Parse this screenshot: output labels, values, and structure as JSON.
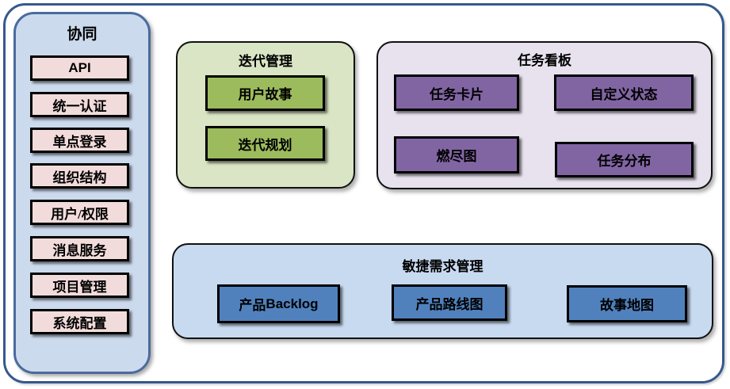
{
  "sidebar": {
    "title": "协同",
    "items": [
      "API",
      "统一认证",
      "单点登录",
      "组织结构",
      "用户/权限",
      "消息服务",
      "项目管理",
      "系统配置"
    ]
  },
  "panels": {
    "iteration": {
      "title": "迭代管理",
      "items": {
        "user_story": "用户故事",
        "iteration_planning": "迭代规划"
      }
    },
    "taskboard": {
      "title": "任务看板",
      "items": {
        "task_card": "任务卡片",
        "custom_status": "自定义状态",
        "burndown_chart": "燃尽图",
        "task_distribution": "任务分布"
      }
    },
    "agile": {
      "title": "敏捷需求管理",
      "items": {
        "product_backlog": {
          "cn": "产品",
          "en": "Backlog"
        },
        "product_roadmap": "产品路线图",
        "story_map": "故事地图"
      }
    }
  },
  "colors": {
    "frame-border": "#35598c",
    "sidebar-bg": "#ccdaee",
    "sidebar-border": "#4a6b9d",
    "pink-box-bg": "#f2dcdb",
    "green-panel-bg": "#d9e5c4",
    "green-box-bg": "#9cbb5d",
    "purple-panel-bg": "#e7e2ee",
    "purple-box-bg": "#8165a3",
    "blue-panel-bg": "#c8daf0",
    "blue-box-bg": "#5081bd",
    "box-border": "#000000"
  }
}
